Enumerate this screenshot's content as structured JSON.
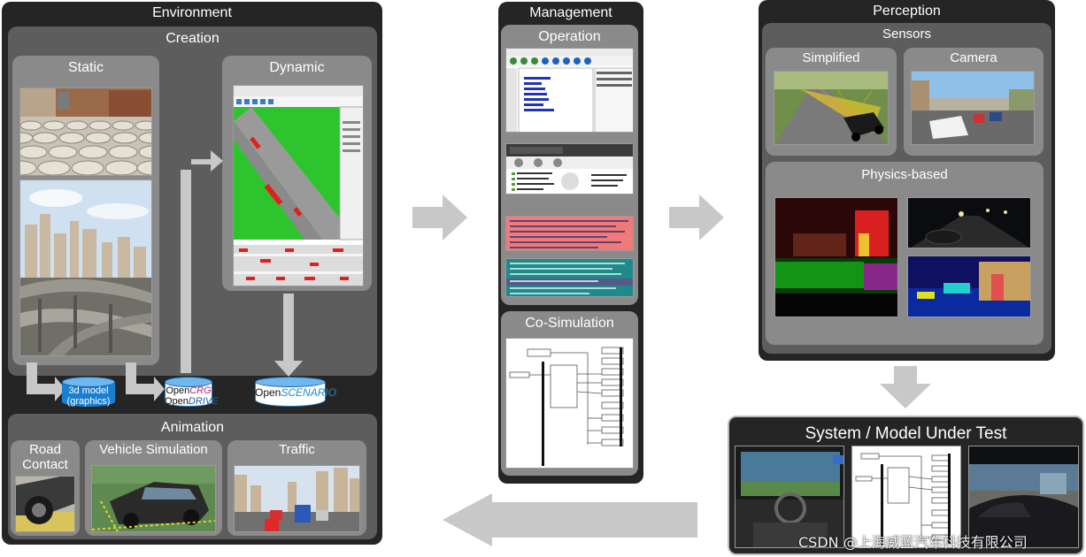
{
  "environment": {
    "title": "Environment",
    "creation": {
      "title": "Creation",
      "static_title": "Static",
      "dynamic_title": "Dynamic"
    },
    "outputs": {
      "model_line1": "3d model",
      "model_line2": "(graphics)",
      "crg_line1_prefix": "Open",
      "crg_line1_suffix": "CRG",
      "crg_line2_prefix": "Open",
      "crg_line2_suffix": "DRIVE",
      "scenario_prefix": "Open",
      "scenario_suffix": "SCENARIO"
    },
    "animation": {
      "title": "Animation",
      "road_contact_line1": "Road",
      "road_contact_line2": "Contact",
      "vehicle_simulation": "Vehicle Simulation",
      "traffic": "Traffic"
    }
  },
  "management": {
    "title": "Management",
    "operation": "Operation",
    "cosimulation": "Co-Simulation"
  },
  "perception": {
    "title": "Perception",
    "sensors": "Sensors",
    "simplified": "Simplified",
    "camera": "Camera",
    "physics_based": "Physics-based"
  },
  "sut": {
    "title": "System / Model Under Test"
  },
  "watermark": "CSDN @上海威蓝汽车科技有限公司",
  "colors": {
    "dark_panel": "#252525",
    "mid_panel": "#5d5d5d",
    "light_panel": "#8a8a8a",
    "arrow": "#c8c8c8",
    "database_blue": "#1a7fd0"
  }
}
